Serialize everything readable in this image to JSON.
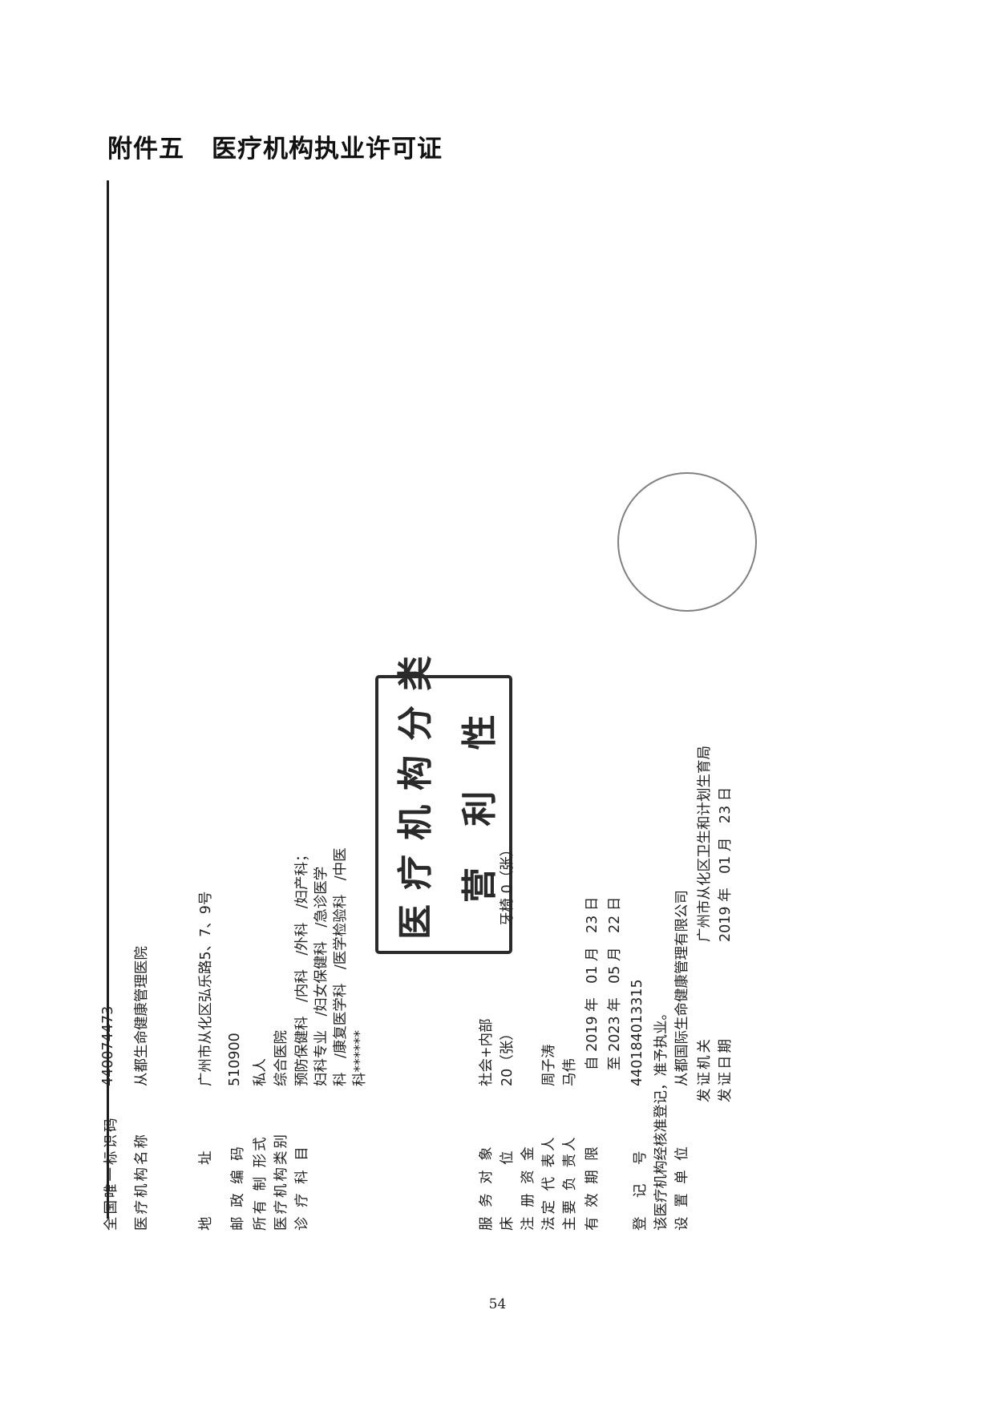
{
  "title": {
    "annex": "附件五",
    "name": "医疗机构执业许可证"
  },
  "certificate": {
    "fields": [
      {
        "label": "全国唯一标识码",
        "value": "440074473"
      },
      {
        "label": "医疗机构名称",
        "value": "从都生命健康管理医院"
      },
      {
        "label": "地　　　址",
        "value": "广州市从化区弘乐路5、7、9号"
      },
      {
        "label": "邮 政 编 码",
        "value": "510900"
      },
      {
        "label": "所有 制 形式",
        "value": "私人"
      },
      {
        "label": "医疗机构类别",
        "value": "综合医院"
      },
      {
        "label": "诊 疗 科 目",
        "value": "预防保健科　/内科　/外科　/妇产科；"
      }
    ],
    "departments_cont": [
      "妇科专业　/妇女保健科　/急诊医学",
      "科　/康复医学科　/医学检验科　/中医",
      "科******"
    ],
    "service": {
      "label": "服 务 对 象",
      "value": "社会+内部"
    },
    "beds": {
      "label": "床　　　位",
      "value": "20（张）",
      "extra": "牙椅 0（张）"
    },
    "capital": {
      "label": "注 册 资 金",
      "value": ""
    },
    "legal_rep": {
      "label": "法定 代 表人",
      "value": "周子涛"
    },
    "principal": {
      "label": "主要 负 责人",
      "value": "马伟"
    },
    "validity": {
      "label": "有 效 期 限",
      "from": "自 2019 年　01 月　23 日",
      "to": "至 2023 年　05 月　22 日"
    },
    "registration": {
      "label": "登　记　号",
      "value": "440184013315"
    },
    "approval_note": "该医疗机构经核准登记，准予执业。",
    "establisher": {
      "label": "设 置 单 位",
      "value": "从都国际生命健康管理有限公司"
    },
    "issuer": {
      "label": "发证机关",
      "value": "广州市从化区卫生和计划生育局"
    },
    "issue_date": {
      "label": "发证日期",
      "value": "2019 年　01 月　23 日"
    },
    "stamp": {
      "line1": "医疗机构分类",
      "line2": "营 利 性"
    }
  },
  "page_number": "54"
}
